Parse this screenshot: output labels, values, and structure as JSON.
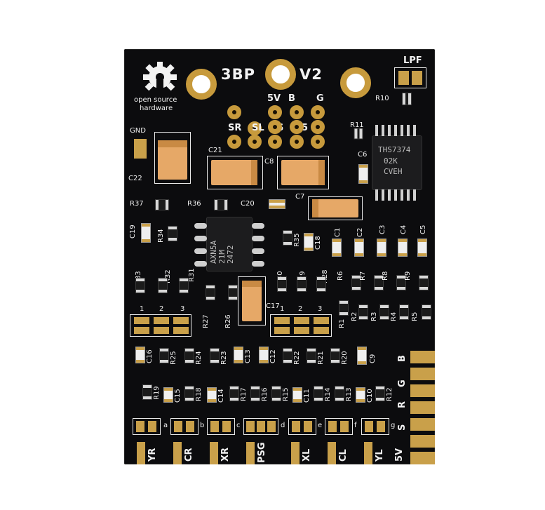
{
  "board": {
    "title": "3BP",
    "version": "V2",
    "logo_text": [
      "open source",
      "hardware"
    ],
    "lpf_label": "LPF",
    "gnd_label": "GND",
    "header_top_labels": [
      "5V",
      "B",
      "G"
    ],
    "header_bottom_labels": [
      "SR",
      "SL",
      "S",
      "75",
      "R"
    ],
    "chips": {
      "dac": {
        "name": "THS7374",
        "line2": "02K",
        "line3": "CVEH"
      },
      "opamp": {
        "line1": "2472",
        "line2": "21M",
        "line3": "AXN5A"
      }
    },
    "refdes": {
      "R10": "R10",
      "R11": "R11",
      "C6": "C6",
      "C21": "C21",
      "C8": "C8",
      "C7": "C7",
      "C22": "C22",
      "R37": "R37",
      "R36": "R36",
      "C20": "C20",
      "C19": "C19",
      "R34": "R34",
      "R35": "R35",
      "C18": "C18",
      "C1": "C1",
      "C2": "C2",
      "C3": "C3",
      "C4": "C4",
      "C5": "C5",
      "R33": "R33",
      "R32": "R32",
      "R31": "R31",
      "R30": "R30",
      "R29": "R29",
      "R28": "R28",
      "R6": "R6",
      "R7": "R7",
      "R8": "R8",
      "R9": "R9",
      "C17": "C17",
      "R27": "R27",
      "R26": "R26",
      "R1": "R1",
      "R2": "R2",
      "R3": "R3",
      "R4": "R4",
      "R5": "R5",
      "C16": "C16",
      "R25": "R25",
      "R24": "R24",
      "R23": "R23",
      "C13": "C13",
      "C12": "C12",
      "R22": "R22",
      "R21": "R21",
      "R20": "R20",
      "C9": "C9",
      "R19": "R19",
      "C15": "C15",
      "R18": "R18",
      "C14": "C14",
      "R17": "R17",
      "R16": "R16",
      "R15": "R15",
      "C11": "C11",
      "R14": "R14",
      "R13": "R13",
      "C10": "C10",
      "R12": "R12"
    },
    "jumper_numbers_left": [
      "1",
      "2",
      "3"
    ],
    "jumper_numbers_right": [
      "1",
      "2",
      "3"
    ],
    "channel_letters": [
      "a",
      "b",
      "c",
      "d",
      "e",
      "f",
      "g"
    ],
    "bottom_labels": [
      "YR",
      "CR",
      "XR",
      "PSG",
      "XL",
      "CL",
      "YL",
      "5V"
    ],
    "edge_labels": [
      "B",
      "G",
      "R",
      "S"
    ]
  },
  "colors": {
    "solder_mask": "#0c0c0e",
    "gold": "#c9a04a",
    "silkscreen": "#f2f2f2",
    "tantalum": "#e6a867"
  }
}
